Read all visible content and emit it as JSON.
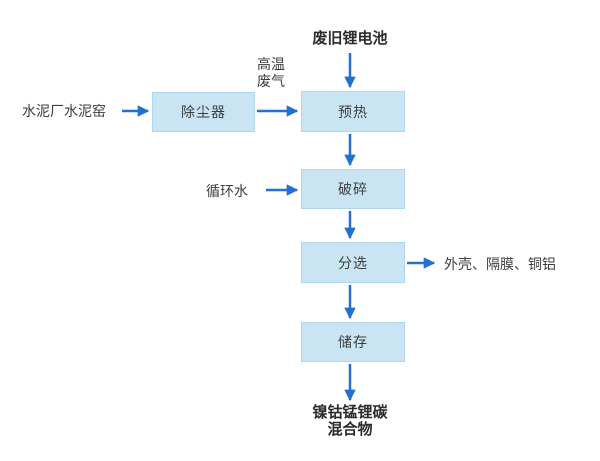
{
  "flowchart": {
    "inputs": {
      "waste_battery": "废旧锂电池",
      "cement_kiln": "水泥厂水泥窑",
      "hot_gas": "高温\n废气",
      "circulating_water": "循环水"
    },
    "boxes": {
      "dust_remover": "除尘器",
      "preheat": "预热",
      "crush": "破碎",
      "sort": "分选",
      "store": "储存"
    },
    "outputs": {
      "sorted_output": "外壳、隔膜、铜铝",
      "final_product": "镍钴锰锂碳\n混合物"
    },
    "colors": {
      "box_fill": "#c9e5f4",
      "box_border": "#aed6ec",
      "arrow": "#2170d4",
      "label_text": "#3d3d3d",
      "bold_text": "#2b2b2b"
    }
  }
}
